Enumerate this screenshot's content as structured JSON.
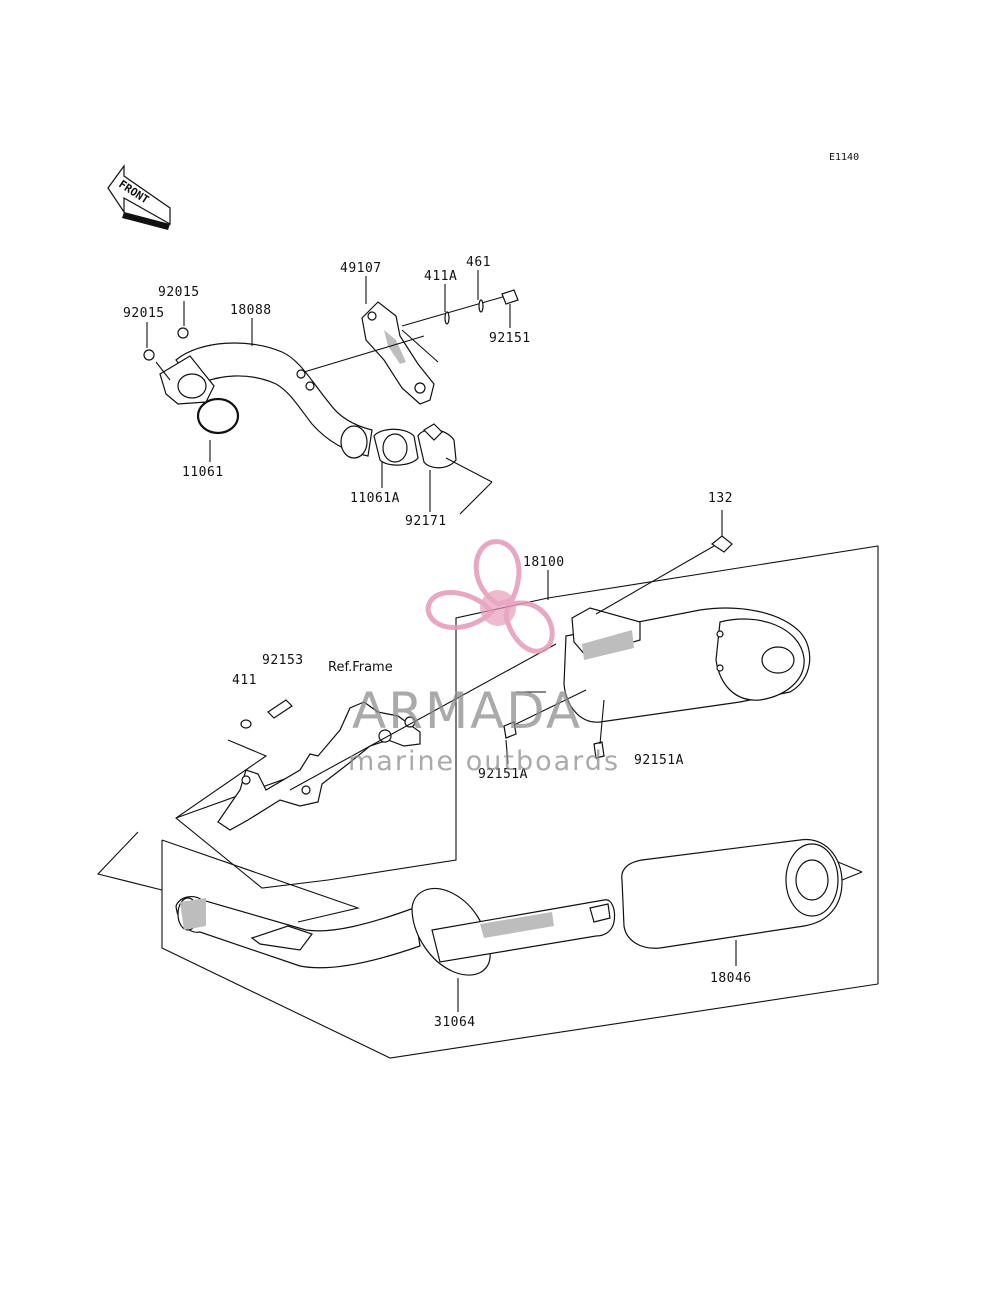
{
  "diagram": {
    "code": "E1140",
    "front_label": "FRONT",
    "ref_frame": "Ref.Frame",
    "parts": [
      {
        "id": "p92015a",
        "label": "92015"
      },
      {
        "id": "p92015b",
        "label": "92015"
      },
      {
        "id": "p18088",
        "label": "18088"
      },
      {
        "id": "p49107",
        "label": "49107"
      },
      {
        "id": "p411a",
        "label": "411A"
      },
      {
        "id": "p461",
        "label": "461"
      },
      {
        "id": "p92151",
        "label": "92151"
      },
      {
        "id": "p11061",
        "label": "11061"
      },
      {
        "id": "p11061a",
        "label": "11061A"
      },
      {
        "id": "p92171",
        "label": "92171"
      },
      {
        "id": "p132",
        "label": "132"
      },
      {
        "id": "p18100",
        "label": "18100"
      },
      {
        "id": "p92153",
        "label": "92153"
      },
      {
        "id": "p411",
        "label": "411"
      },
      {
        "id": "p92151a_left",
        "label": "92151A"
      },
      {
        "id": "p92151a_right",
        "label": "92151A"
      },
      {
        "id": "p18046",
        "label": "18046"
      },
      {
        "id": "p31064",
        "label": "31064"
      }
    ]
  },
  "watermark": {
    "brand": "ARMADA",
    "tagline": "marine outboards",
    "color": "#e59ab8"
  }
}
